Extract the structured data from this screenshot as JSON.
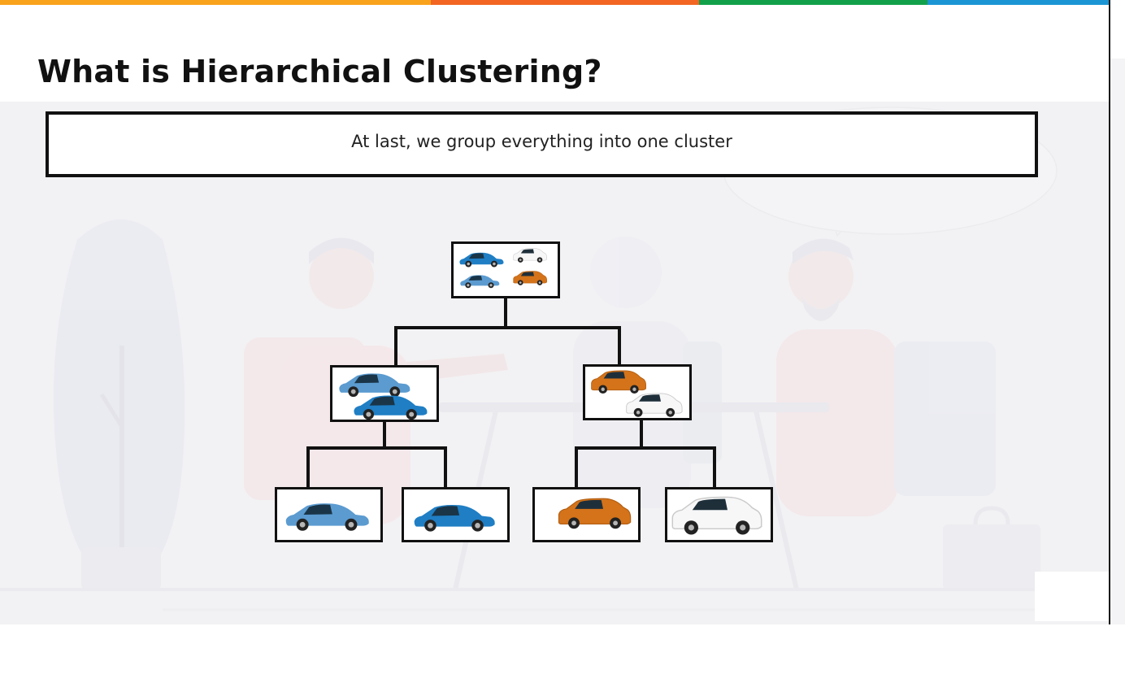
{
  "slide": {
    "title": "What is Hierarchical Clustering?",
    "caption": "At last, we group everything into one cluster",
    "accent_colors": [
      "#f9a21b",
      "#f26522",
      "#12a04a",
      "#1b95d4"
    ]
  },
  "tree": {
    "root": {
      "cars": [
        "blue-sedan",
        "white-suv",
        "blue-sedan",
        "orange-suv"
      ]
    },
    "left_cluster": {
      "cars": [
        "blue-sedan",
        "blue-sedan"
      ]
    },
    "right_cluster": {
      "cars": [
        "orange-suv",
        "white-suv"
      ]
    },
    "leaves": [
      "blue-sedan",
      "blue-sedan",
      "orange-suv",
      "white-suv"
    ]
  },
  "car_colors": {
    "light_blue": "#5b9bd0",
    "dark_blue": "#1f7ec4",
    "orange": "#d4731a",
    "white": "#f7f7f7"
  }
}
